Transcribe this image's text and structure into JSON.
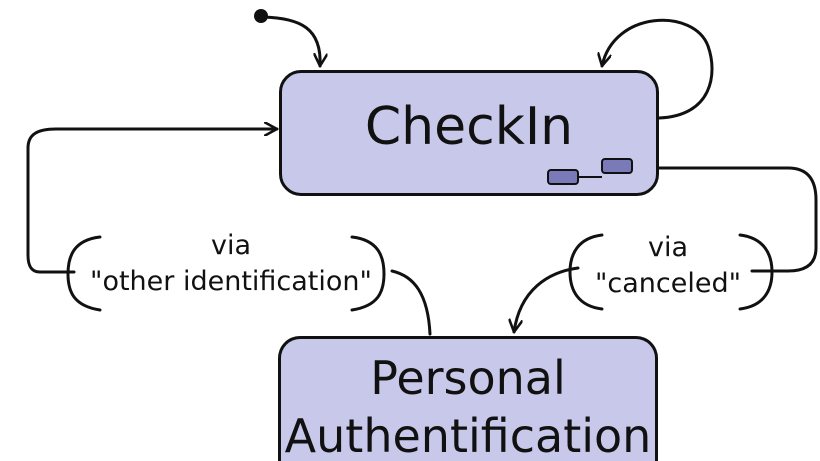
{
  "diagram": {
    "type": "state-machine",
    "states": [
      {
        "id": "checkin",
        "label": "CheckIn"
      },
      {
        "id": "auth",
        "label_lines": [
          "Personal",
          "Authentification"
        ]
      }
    ],
    "guards": {
      "left": {
        "line1": "via",
        "line2": "\"other identification\""
      },
      "right": {
        "line1": "via",
        "line2": "\"canceled\""
      }
    },
    "colors": {
      "state_fill": "#c8c8ea",
      "stroke": "#111111",
      "substate_fill": "#7a7ab8"
    },
    "icons": [
      "initial-node-icon",
      "composite-state-icon"
    ]
  }
}
